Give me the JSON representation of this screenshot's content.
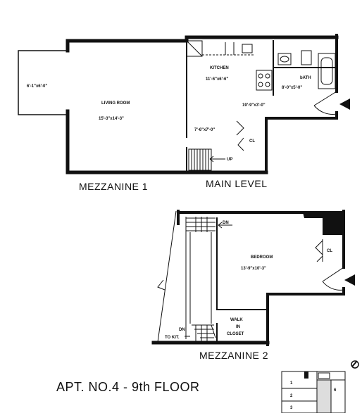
{
  "upper_plan": {
    "balcony_dim": "6'-1\"x6'-0\"",
    "living_room_name": "LIVING ROOM",
    "living_room_dim": "15'-3\"x14'-3\"",
    "kitchen_name": "KITCHEN",
    "kitchen_dim": "11'-6\"x6'-6\"",
    "bath_name": "bATH",
    "bath_dim": "8'-0\"x5'-0\"",
    "hall_dim": "19'-9\"x3'-0\"",
    "foyer_dim": "7'-6\"x7'-0\"",
    "closet_label": "CL",
    "stair_label": "UP"
  },
  "plan_labels": {
    "mezzanine_1": "MEZZANINE 1",
    "main_level": "MAIN LEVEL",
    "mezzanine_2": "MEZZANINE 2"
  },
  "lower_plan": {
    "stair_label": "DN",
    "bedroom_name": "BEDROOM",
    "bedroom_dim": "13'-9\"x10'-3\"",
    "closet_label": "CL",
    "walk_in_line1": "WALK",
    "walk_in_line2": "IN",
    "walk_in_line3": "CLOSET",
    "dn_label": "DN",
    "to_kit_label": "TO KIT."
  },
  "footer": {
    "apartment_title": "APT. NO.4 - 9th FLOOR"
  },
  "key_plan": {
    "units": [
      "1",
      "2",
      "3",
      "6"
    ]
  },
  "colors": {
    "ink": "#111111",
    "paper": "#ffffff"
  }
}
